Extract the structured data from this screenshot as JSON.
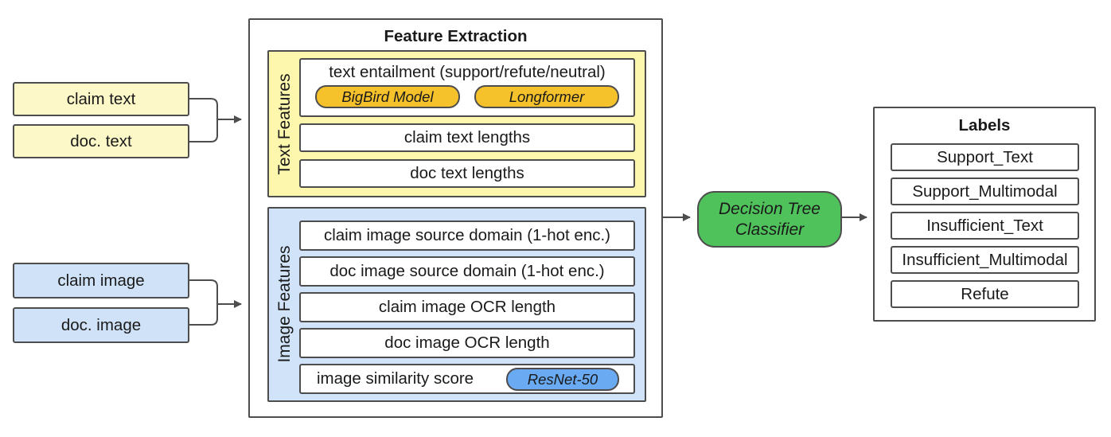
{
  "inputs": {
    "claim_text": "claim text",
    "doc_text": "doc. text",
    "claim_image": "claim image",
    "doc_image": "doc. image"
  },
  "feature_extraction": {
    "title": "Feature Extraction",
    "text_features": {
      "label": "Text Features",
      "entailment": {
        "label": "text entailment (support/refute/neutral)",
        "models": [
          "BigBird Model",
          "Longformer"
        ]
      },
      "claim_lengths": "claim text lengths",
      "doc_lengths": "doc text lengths"
    },
    "image_features": {
      "label": "Image Features",
      "claim_domain": "claim image source domain (1-hot enc.)",
      "doc_domain": "doc image source domain (1-hot enc.)",
      "claim_ocr": "claim image OCR length",
      "doc_ocr": "doc image OCR length",
      "similarity": {
        "label": "image similarity score",
        "model": "ResNet-50"
      }
    }
  },
  "classifier": {
    "line1": "Decision Tree",
    "line2": "Classifier"
  },
  "labels": {
    "title": "Labels",
    "items": [
      "Support_Text",
      "Support_Multimodal",
      "Insufficient_Text",
      "Insufficient_Multimodal",
      "Refute"
    ]
  },
  "colors": {
    "input_text": "#fdf8c8",
    "input_image": "#cfe2f7",
    "text_panel": "#fdf6ad",
    "image_panel": "#d1e3f8",
    "text_model": "#f6c22b",
    "image_model": "#6aaaf2",
    "classifier": "#4fc25c",
    "stroke": "#4d4d4d"
  }
}
